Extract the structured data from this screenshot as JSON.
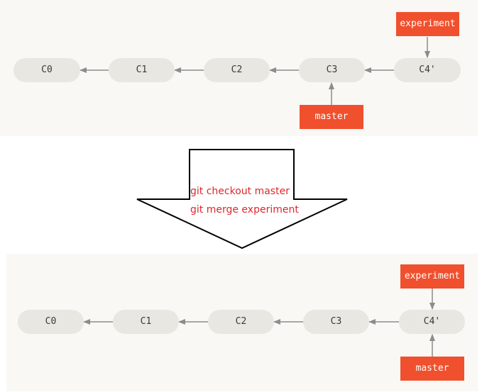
{
  "before": {
    "commits": [
      "C0",
      "C1",
      "C2",
      "C3",
      "C4'"
    ],
    "refs": {
      "experiment": "experiment",
      "master": "master"
    }
  },
  "commands": {
    "line1": "git checkout master",
    "line2": "git merge experiment"
  },
  "after": {
    "commits": [
      "C0",
      "C1",
      "C2",
      "C3",
      "C4'"
    ],
    "refs": {
      "experiment": "experiment",
      "master": "master"
    }
  },
  "colors": {
    "ref_fill": "#f0502d",
    "commit_fill": "#e9e7e1",
    "panel_bg": "#f9f8f5",
    "edge": "#8c8c8c",
    "command_text": "#e0262c"
  }
}
